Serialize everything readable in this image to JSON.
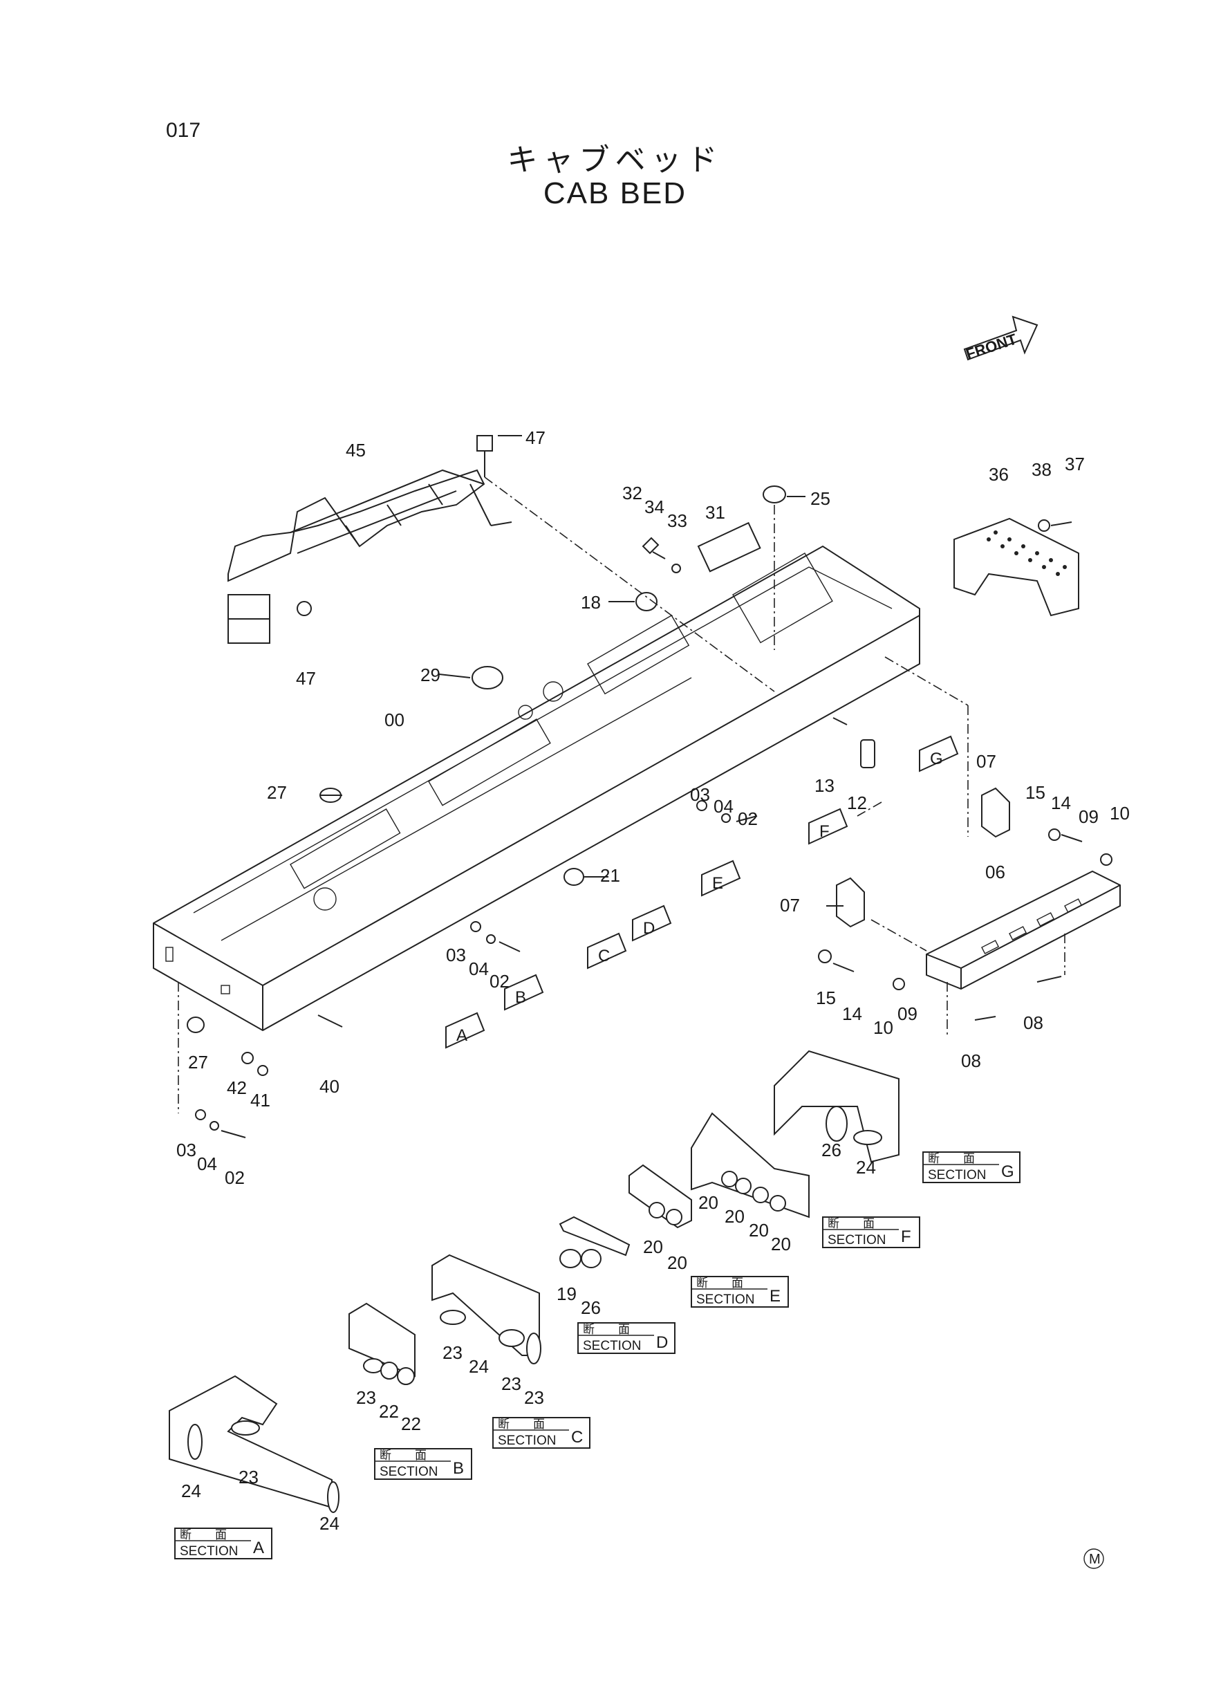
{
  "page_number": "017",
  "title_jp": "キャブベッド",
  "title_en": "CAB BED",
  "front_label": "FRONT",
  "corner_mark": "M",
  "part_labels": {
    "p45": "45",
    "p47a": "47",
    "p47b": "47",
    "p32": "32",
    "p34": "34",
    "p33": "33",
    "p31": "31",
    "p25": "25",
    "p36": "36",
    "p38": "38",
    "p37": "37",
    "p18": "18",
    "p29": "29",
    "p00": "00",
    "p27a": "27",
    "p13": "13",
    "p12": "12",
    "p07a": "07",
    "p15a": "15",
    "p14a": "14",
    "p09a": "09",
    "p10a": "10",
    "p03a": "03",
    "p04a": "04",
    "p02a": "02",
    "p21": "21",
    "p06": "06",
    "p07b": "07",
    "p03b": "03",
    "p04b": "04",
    "p02b": "02",
    "p15b": "15",
    "p14b": "14",
    "p10b": "10",
    "p09b": "09",
    "p08a": "08",
    "p08b": "08",
    "p27b": "27",
    "p42": "42",
    "p41": "41",
    "p40": "40",
    "p03c": "03",
    "p04c": "04",
    "p02c": "02",
    "g26": "26",
    "g24": "24",
    "f20a": "20",
    "f20b": "20",
    "f20c": "20",
    "f20d": "20",
    "e20a": "20",
    "e20b": "20",
    "d19": "19",
    "d26": "26",
    "c23a": "23",
    "c24": "24",
    "c23b": "23",
    "c23c": "23",
    "b23": "23",
    "b22a": "22",
    "b22b": "22",
    "a24a": "24",
    "a23": "23",
    "a24b": "24"
  },
  "view_markers": [
    "A",
    "B",
    "C",
    "D",
    "E",
    "F",
    "G"
  ],
  "section_boxes": {
    "jp": "断　　面",
    "en": "SECTION",
    "letters": [
      "A",
      "B",
      "C",
      "D",
      "E",
      "F",
      "G"
    ]
  }
}
